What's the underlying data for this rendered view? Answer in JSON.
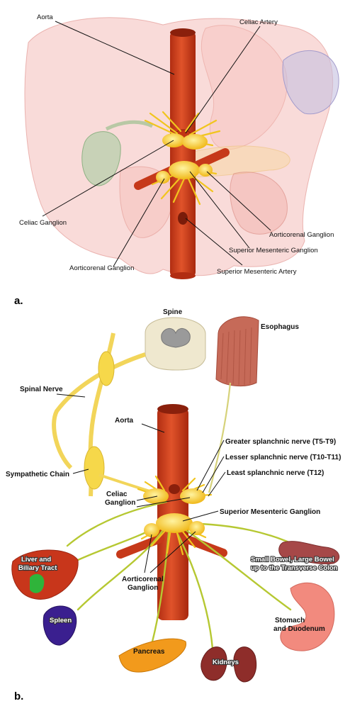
{
  "panel_a": {
    "panel_label": "a.",
    "labels": {
      "aorta": "Aorta",
      "celiac_artery": "Celiac Artery",
      "celiac_ganglion": "Celiac Ganglion",
      "aorticorenal_ganglion_right": "Aorticorenal Ganglion",
      "superior_mesenteric_ganglion": "Superior Mesenteric Ganglion",
      "aorticorenal_ganglion_left": "Aorticorenal Ganglion",
      "superior_mesenteric_artery": "Superior Mesenteric Artery"
    }
  },
  "panel_b": {
    "panel_label": "b.",
    "labels": {
      "spine": "Spine",
      "esophagus": "Esophagus",
      "spinal_nerve": "Spinal Nerve",
      "aorta": "Aorta",
      "greater_splanchnic": "Greater splanchnic nerve (T5-T9)",
      "lesser_splanchnic": "Lesser splanchnic nerve (T10-T11)",
      "least_splanchnic": "Least splanchnic nerve (T12)",
      "sympathetic_chain": "Sympathetic Chain",
      "celiac_ganglion_1": "Celiac",
      "celiac_ganglion_2": "Ganglion",
      "superior_mesenteric_ganglion": "Superior Mesenteric Ganglion",
      "bowel_1": "Small Bowel, Large Bowel",
      "bowel_2": "up to the Transverse Colon",
      "liver_1": "Liver and",
      "liver_2": "Biliary Tract",
      "aorticorenal_1": "Aorticorenal",
      "aorticorenal_2": "Ganglion",
      "spleen": "Spleen",
      "stomach_1": "Stomach",
      "stomach_2": "and Duodenum",
      "pancreas": "Pancreas",
      "kidneys": "Kidneys"
    }
  },
  "colors": {
    "aorta": "#d9401c",
    "ganglion": "#f5c424",
    "nerve_green": "#b6c832",
    "liver": "#e9a6a0",
    "spleen": "#3a1f8f",
    "pancreas": "#f29a1c",
    "kidney": "#8e2d2a",
    "stomach": "#f28a7e"
  }
}
